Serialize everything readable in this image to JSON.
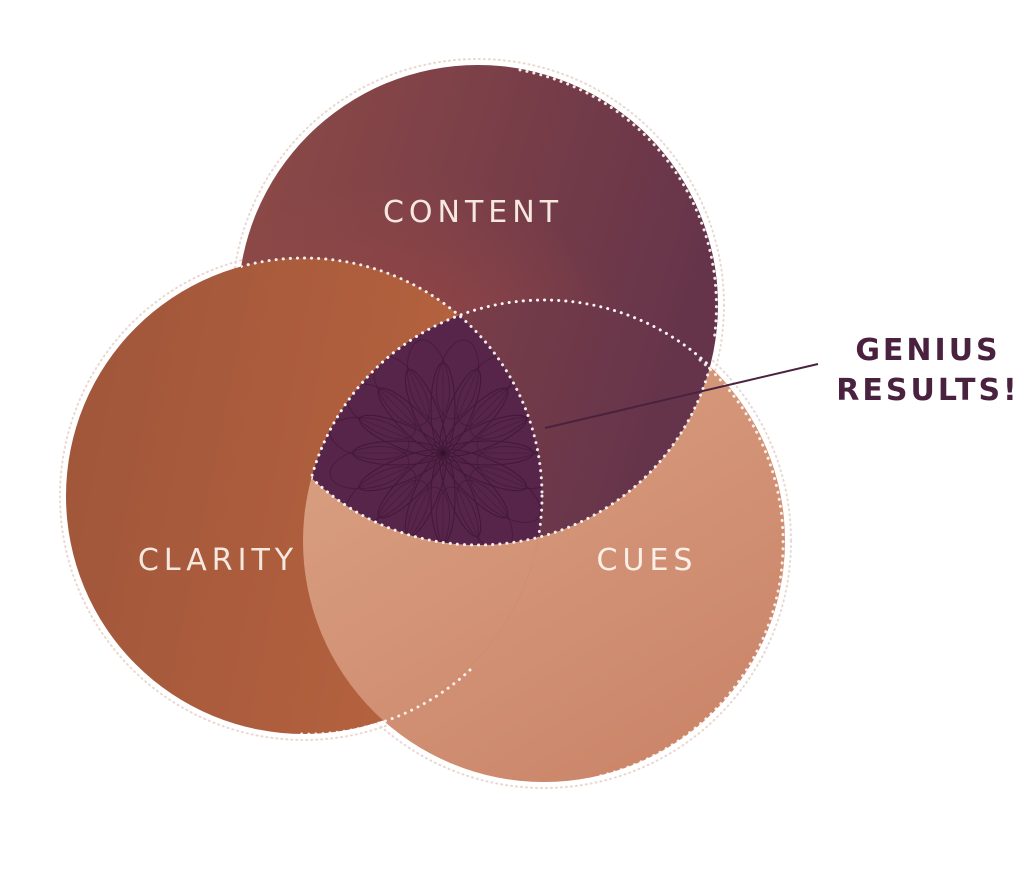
{
  "diagram": {
    "circles": {
      "content": {
        "label": "CONTENT",
        "color_start": "#8e4a47",
        "color_end": "#683549"
      },
      "clarity": {
        "label": "CLARITY",
        "color_start": "#a45a3c",
        "color_end": "#b6623f"
      },
      "cues": {
        "label": "CUES",
        "color_start": "#dba285",
        "color_end": "#cf8e72"
      }
    },
    "center": {
      "color": "#57244a",
      "icon": "mandala-flower-icon"
    },
    "callout": {
      "line1": "GENIUS",
      "line2": "RESULTS!",
      "color": "#4a2240"
    },
    "label_color": "#f6e8df",
    "dot_color": "#ffffff"
  }
}
